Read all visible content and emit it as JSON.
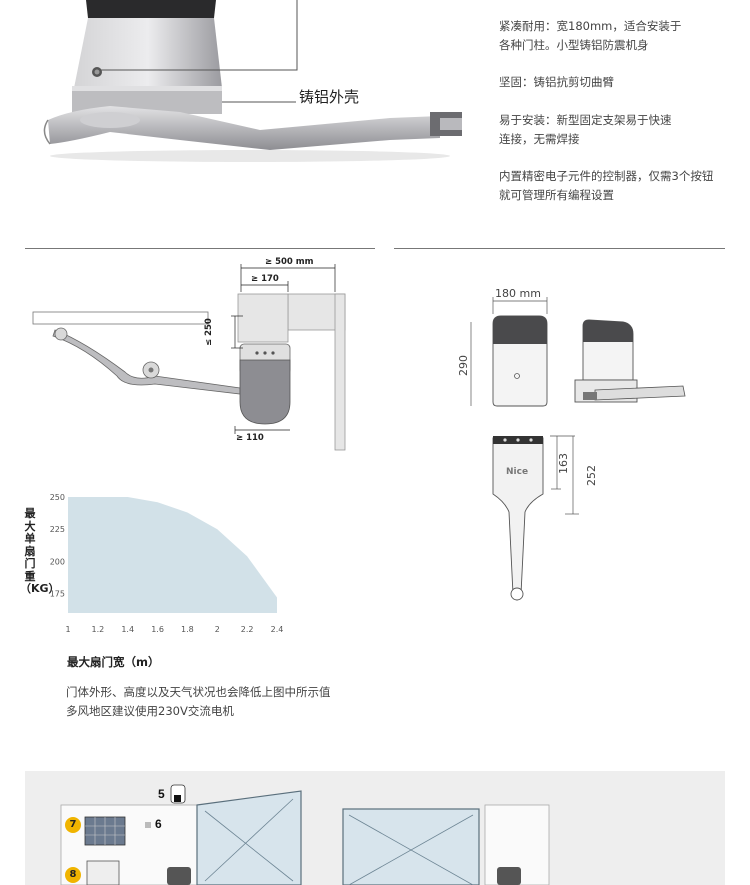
{
  "hero": {
    "callout_casing": "铸铝外壳"
  },
  "features": [
    "紧凑耐用：宽180mm，适合安装于",
    "各种门柱。小型铸铝防震机身",
    "坚固：铸铝抗剪切曲臂",
    "易于安装：新型固定支架易于快速",
    "连接，无需焊接",
    "内置精密电子元件的控制器，仅需3个按钮",
    "就可管理所有编程设置"
  ],
  "install": {
    "dim_500": "≥ 500 mm",
    "dim_170": "≥ 170",
    "dim_250": "≤ 250",
    "dim_110": "≥ 110"
  },
  "dimensions": {
    "width": "180 mm",
    "height": "290",
    "arm_a": "163",
    "arm_b": "252",
    "brand": "Nice"
  },
  "chart_data": {
    "type": "area",
    "x": [
      1,
      1.2,
      1.4,
      1.6,
      1.8,
      2,
      2.2,
      2.4
    ],
    "series": [
      {
        "values": [
          250,
          250,
          250,
          246,
          238,
          225,
          204,
          172
        ]
      }
    ],
    "x_ticks": [
      "1",
      "1.2",
      "1.4",
      "1.6",
      "1.8",
      "2",
      "2.2",
      "2.4"
    ],
    "y_ticks": [
      "250",
      "225",
      "200",
      "175"
    ],
    "xlim": [
      1,
      2.4
    ],
    "ylim": [
      160,
      250
    ],
    "xlabel": "最大扇门宽（m）",
    "ylabel": "最大单扇门重（KG）",
    "fill_color": "#d2e1e8"
  },
  "notes": [
    "门体外形、高度以及天气状况也会降低上图中所示值",
    "多风地区建议使用230V交流电机"
  ],
  "scene": {
    "labels": [
      "5",
      "6",
      "7",
      "8"
    ]
  }
}
